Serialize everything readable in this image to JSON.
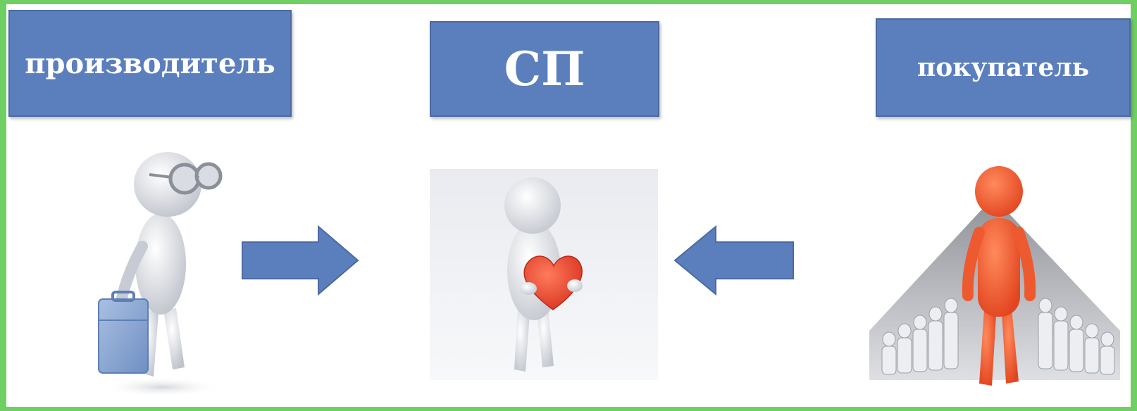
{
  "labels": {
    "producer": "производитель",
    "joint_purchase": "СП",
    "buyer": "покупатель"
  },
  "colors": {
    "border": "#6fcf62",
    "box_fill": "#5b7fbd",
    "arrow_fill": "#5b7fbd",
    "heart": "#e8412c",
    "buyer_figure": "#f2552c"
  },
  "icons": {
    "producer": "person-with-glasses-and-briefcase-icon",
    "joint_purchase": "person-holding-heart-icon",
    "buyer": "red-person-in-front-of-crowd-icon",
    "arrow_to_center_from_left": "arrow-right-icon",
    "arrow_to_center_from_right": "arrow-left-icon"
  }
}
